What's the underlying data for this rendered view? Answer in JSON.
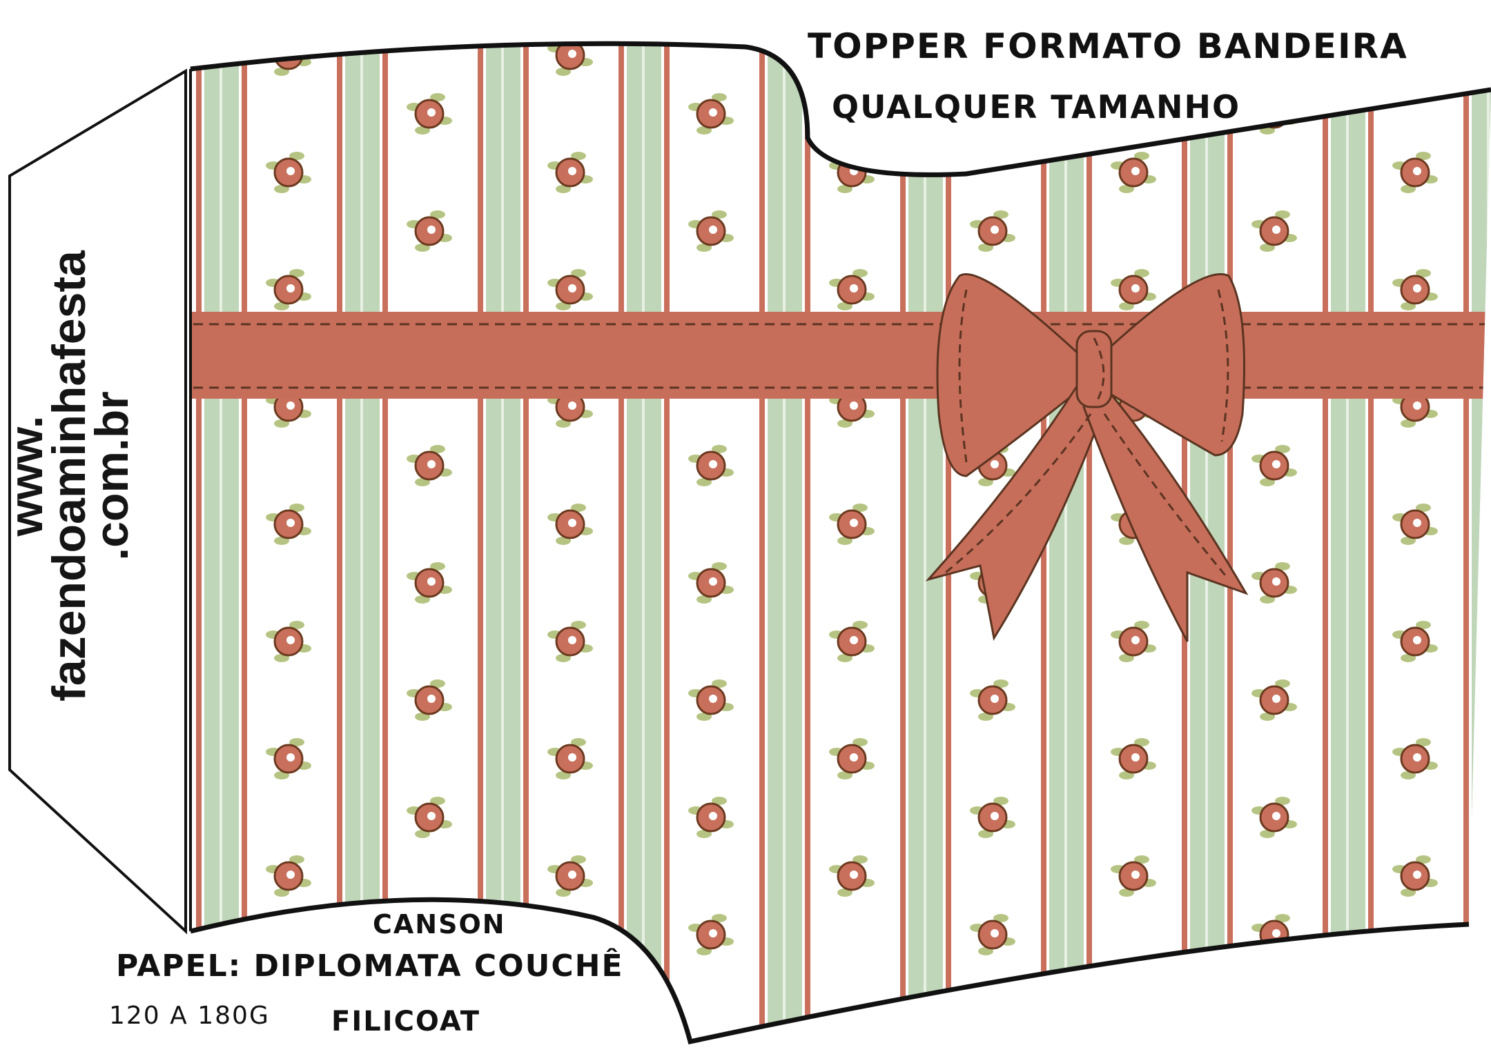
{
  "header": {
    "title_line1": "Topper formato bandeira",
    "title_line2": "qualquer tamanho"
  },
  "paper_info": {
    "brand_above": "Canson",
    "paper_label": "Papel: Diplomata  Couchê",
    "weight": "120 A 180G",
    "brand_below": "Filicoat"
  },
  "watermark": {
    "line1": "www.",
    "line2": "fazendoaminhafesta",
    "line3": ".com.br"
  },
  "colors": {
    "stripe_green": "#bfd6b9",
    "stripe_red": "#c9705d",
    "ribbon": "#c76e5b",
    "stitch": "#5a3420",
    "leaf": "#b6c483",
    "rose_dark": "#6b3a1f"
  }
}
